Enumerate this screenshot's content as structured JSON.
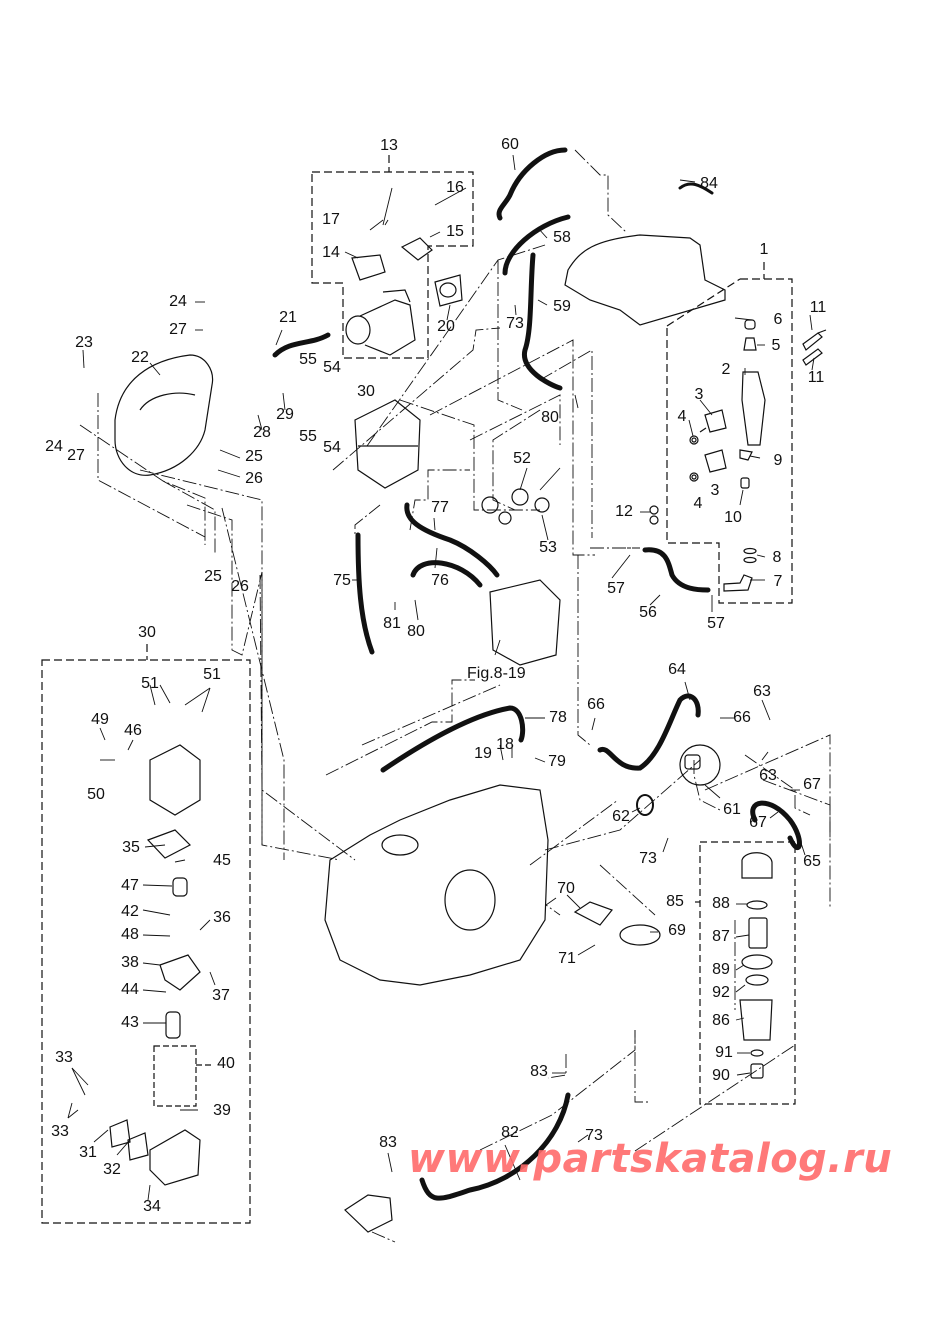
{
  "diagram": {
    "title": "Fuel system exploded view",
    "figure_reference": "Fig.8-19",
    "watermark": "www.partskatalog.ru",
    "watermark_color": "#ff6b6b",
    "line_color": "#111111",
    "groups": [
      {
        "id": "1",
        "label": "1",
        "contains": [
          "2",
          "3",
          "4",
          "5",
          "6",
          "7",
          "8",
          "9",
          "10",
          "12"
        ]
      },
      {
        "id": "13",
        "label": "13",
        "contains": [
          "14",
          "15",
          "16",
          "17"
        ]
      },
      {
        "id": "30",
        "label": "30",
        "contains": [
          "31",
          "32",
          "33",
          "34",
          "35",
          "36",
          "37",
          "38",
          "39",
          "40",
          "42",
          "43",
          "44",
          "45",
          "46",
          "47",
          "48",
          "49",
          "50",
          "51"
        ]
      },
      {
        "id": "40",
        "label": "40",
        "contains": []
      },
      {
        "id": "85",
        "label": "85",
        "contains": [
          "86",
          "87",
          "88",
          "89",
          "90",
          "91",
          "92"
        ]
      }
    ],
    "callouts": [
      {
        "n": "1",
        "text": "1"
      },
      {
        "n": "2",
        "text": "2"
      },
      {
        "n": "3a",
        "text": "3"
      },
      {
        "n": "3b",
        "text": "3"
      },
      {
        "n": "4a",
        "text": "4"
      },
      {
        "n": "4b",
        "text": "4"
      },
      {
        "n": "5",
        "text": "5"
      },
      {
        "n": "6",
        "text": "6"
      },
      {
        "n": "7",
        "text": "7"
      },
      {
        "n": "8",
        "text": "8"
      },
      {
        "n": "9",
        "text": "9"
      },
      {
        "n": "10",
        "text": "10"
      },
      {
        "n": "11a",
        "text": "11"
      },
      {
        "n": "11b",
        "text": "11"
      },
      {
        "n": "12",
        "text": "12"
      },
      {
        "n": "13",
        "text": "13"
      },
      {
        "n": "14",
        "text": "14"
      },
      {
        "n": "15",
        "text": "15"
      },
      {
        "n": "16",
        "text": "16"
      },
      {
        "n": "17",
        "text": "17"
      },
      {
        "n": "18",
        "text": "18"
      },
      {
        "n": "19",
        "text": "19"
      },
      {
        "n": "20",
        "text": "20"
      },
      {
        "n": "21",
        "text": "21"
      },
      {
        "n": "22",
        "text": "22"
      },
      {
        "n": "23",
        "text": "23"
      },
      {
        "n": "24a",
        "text": "24"
      },
      {
        "n": "24b",
        "text": "24"
      },
      {
        "n": "25a",
        "text": "25"
      },
      {
        "n": "25b",
        "text": "25"
      },
      {
        "n": "26a",
        "text": "26"
      },
      {
        "n": "26b",
        "text": "26"
      },
      {
        "n": "27a",
        "text": "27"
      },
      {
        "n": "27b",
        "text": "27"
      },
      {
        "n": "28",
        "text": "28"
      },
      {
        "n": "29",
        "text": "29"
      },
      {
        "n": "30a",
        "text": "30"
      },
      {
        "n": "30b",
        "text": "30"
      },
      {
        "n": "31",
        "text": "31"
      },
      {
        "n": "32",
        "text": "32"
      },
      {
        "n": "33a",
        "text": "33"
      },
      {
        "n": "33b",
        "text": "33"
      },
      {
        "n": "34",
        "text": "34"
      },
      {
        "n": "35",
        "text": "35"
      },
      {
        "n": "36",
        "text": "36"
      },
      {
        "n": "37",
        "text": "37"
      },
      {
        "n": "38",
        "text": "38"
      },
      {
        "n": "39",
        "text": "39"
      },
      {
        "n": "40",
        "text": "40"
      },
      {
        "n": "42",
        "text": "42"
      },
      {
        "n": "43",
        "text": "43"
      },
      {
        "n": "44",
        "text": "44"
      },
      {
        "n": "45",
        "text": "45"
      },
      {
        "n": "46",
        "text": "46"
      },
      {
        "n": "47",
        "text": "47"
      },
      {
        "n": "48",
        "text": "48"
      },
      {
        "n": "49",
        "text": "49"
      },
      {
        "n": "50",
        "text": "50"
      },
      {
        "n": "51a",
        "text": "51"
      },
      {
        "n": "51b",
        "text": "51"
      },
      {
        "n": "52",
        "text": "52"
      },
      {
        "n": "53",
        "text": "53"
      },
      {
        "n": "54a",
        "text": "54"
      },
      {
        "n": "54b",
        "text": "54"
      },
      {
        "n": "55a",
        "text": "55"
      },
      {
        "n": "55b",
        "text": "55"
      },
      {
        "n": "56",
        "text": "56"
      },
      {
        "n": "57a",
        "text": "57"
      },
      {
        "n": "57b",
        "text": "57"
      },
      {
        "n": "58",
        "text": "58"
      },
      {
        "n": "59",
        "text": "59"
      },
      {
        "n": "60",
        "text": "60"
      },
      {
        "n": "61",
        "text": "61"
      },
      {
        "n": "62",
        "text": "62"
      },
      {
        "n": "63a",
        "text": "63"
      },
      {
        "n": "63b",
        "text": "63"
      },
      {
        "n": "64",
        "text": "64"
      },
      {
        "n": "65",
        "text": "65"
      },
      {
        "n": "66a",
        "text": "66"
      },
      {
        "n": "66b",
        "text": "66"
      },
      {
        "n": "67a",
        "text": "67"
      },
      {
        "n": "67b",
        "text": "67"
      },
      {
        "n": "69",
        "text": "69"
      },
      {
        "n": "70",
        "text": "70"
      },
      {
        "n": "71",
        "text": "71"
      },
      {
        "n": "73a",
        "text": "73"
      },
      {
        "n": "73b",
        "text": "73"
      },
      {
        "n": "73c",
        "text": "73"
      },
      {
        "n": "75",
        "text": "75"
      },
      {
        "n": "76",
        "text": "76"
      },
      {
        "n": "77",
        "text": "77"
      },
      {
        "n": "78",
        "text": "78"
      },
      {
        "n": "79",
        "text": "79"
      },
      {
        "n": "80a",
        "text": "80"
      },
      {
        "n": "80b",
        "text": "80"
      },
      {
        "n": "81",
        "text": "81"
      },
      {
        "n": "82",
        "text": "82"
      },
      {
        "n": "83a",
        "text": "83"
      },
      {
        "n": "83b",
        "text": "83"
      },
      {
        "n": "84",
        "text": "84"
      },
      {
        "n": "85",
        "text": "85"
      },
      {
        "n": "86",
        "text": "86"
      },
      {
        "n": "87",
        "text": "87"
      },
      {
        "n": "88",
        "text": "88"
      },
      {
        "n": "89",
        "text": "89"
      },
      {
        "n": "90",
        "text": "90"
      },
      {
        "n": "91",
        "text": "91"
      },
      {
        "n": "92",
        "text": "92"
      }
    ]
  }
}
